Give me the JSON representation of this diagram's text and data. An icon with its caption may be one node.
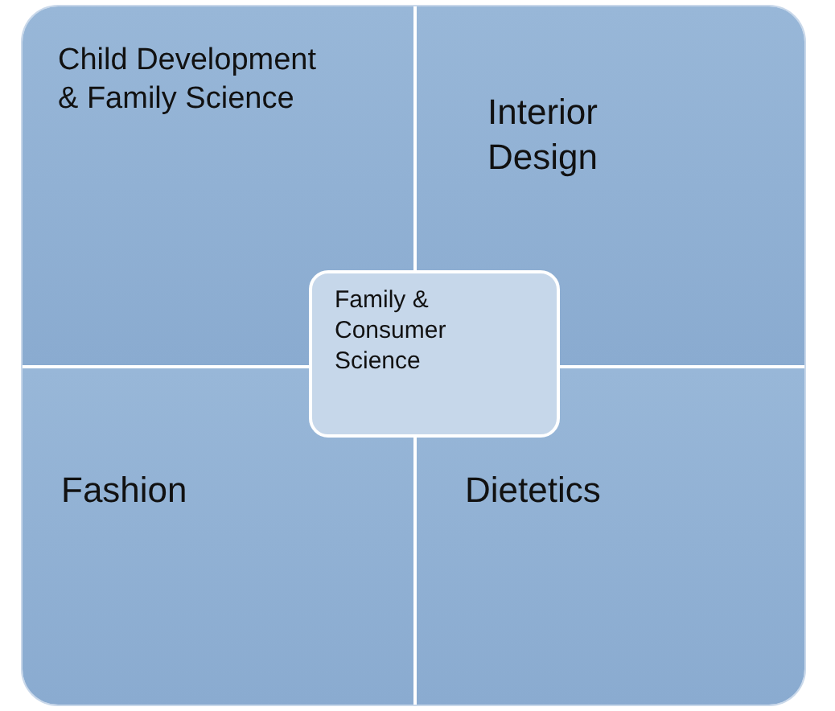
{
  "diagram": {
    "nodes": [
      {
        "text": [],
        "shape": "box"
      },
      {
        "text": [
          "Child Development & Family Science"
        ],
        "in": 0
      },
      {
        "text": [
          "Interior Design"
        ],
        "in": 0
      },
      {
        "text": [
          "Fashion"
        ],
        "in": 0
      },
      {
        "text": [
          "Dietetics"
        ],
        "in": 0
      },
      {
        "text": [
          "Family & Consumer Science"
        ],
        "in": 0
      }
    ],
    "edges": []
  }
}
